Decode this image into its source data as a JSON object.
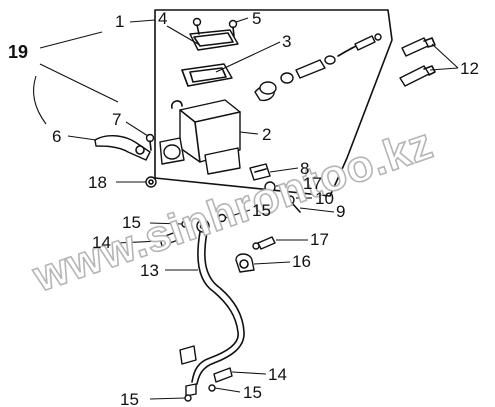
{
  "callouts": {
    "c1": "1",
    "c2": "2",
    "c3": "3",
    "c4": "4",
    "c5": "5",
    "c6": "6",
    "c7": "7",
    "c8": "8",
    "c9": "9",
    "c10": "10",
    "c12": "12",
    "c13": "13",
    "c14a": "14",
    "c14b": "14",
    "c15a": "15",
    "c15b": "15",
    "c15c": "15",
    "c15d": "15",
    "c16": "16",
    "c17a": "17",
    "c17b": "17",
    "c18": "18",
    "c19": "19"
  },
  "watermark": "www.sinhrontoo.kz"
}
